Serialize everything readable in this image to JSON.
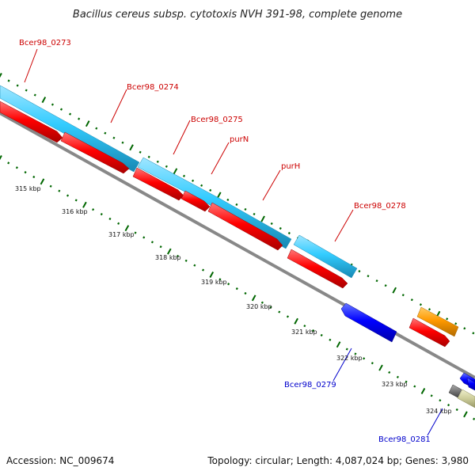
{
  "title": "Bacillus cereus subsp. cytotoxis NVH 391-98, complete genome",
  "footer": {
    "accession": "Accession: NC_009674",
    "summary": "Topology: circular; Length: 4,087,024 bp; Genes: 3,980"
  },
  "kbp_labels": [
    "315 kbp",
    "316 kbp",
    "317 kbp",
    "318 kbp",
    "319 kbp",
    "320 kbp",
    "321 kbp",
    "322 kbp",
    "323 kbp",
    "324 kbp"
  ],
  "gene_labels": [
    {
      "text": "Bcer98_0273",
      "strand": "forward"
    },
    {
      "text": "Bcer98_0274",
      "strand": "forward"
    },
    {
      "text": "Bcer98_0275",
      "strand": "forward"
    },
    {
      "text": "purN",
      "strand": "forward"
    },
    {
      "text": "purH",
      "strand": "forward"
    },
    {
      "text": "Bcer98_0278",
      "strand": "forward"
    },
    {
      "text": "Bcer98_0279",
      "strand": "reverse"
    },
    {
      "text": "Bcer98_0281",
      "strand": "reverse"
    }
  ],
  "colors": {
    "forward_label": "#cc0000",
    "reverse_label": "#0000cc",
    "cds": "#33ccff",
    "gene_fwd": "#ff0000",
    "gene_rev": "#0000ff",
    "orange": "#ff9900",
    "olive": "#cccc99",
    "gray": "#777777",
    "backbone": "#888888",
    "ticks": "#006600"
  }
}
